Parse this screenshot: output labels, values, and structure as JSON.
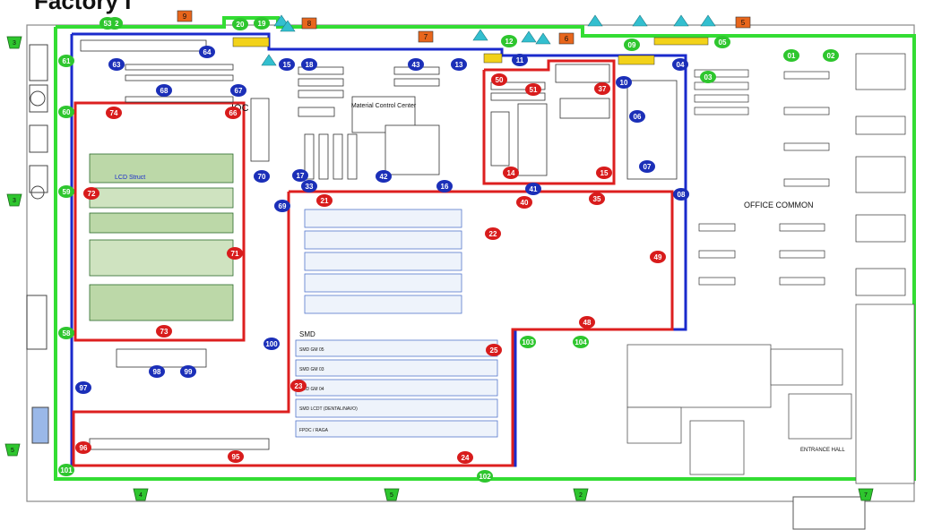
{
  "title": "Factory I",
  "palette": {
    "outer_zone": "#33dd33",
    "blue_zone": "#1a2acc",
    "red_zone": "#dd1f1f",
    "red_marker": "#d81c1c",
    "blue_marker": "#1b2fb8",
    "green_marker": "#2ec62e",
    "orange_tag": "#e8661c",
    "cyan_tri": "#33bfcf",
    "hazard": "#f2d21a"
  },
  "areas": {
    "material_control": "Material Control Center",
    "iqc": "IQC",
    "office_common": "OFFICE COMMON",
    "smd": "SMD",
    "lcd_line": "LCD Struct",
    "smd_lines": [
      "SMD GM 05",
      "SMD GM 03",
      "SMD GM 04",
      "SMD LCDT (DENTAL/NAVO)",
      "FPDC / RAGA"
    ],
    "entrance": "ENTRANCE HALL"
  },
  "red_markers": [
    "74",
    "66",
    "72",
    "71",
    "73",
    "21",
    "22",
    "35",
    "49",
    "48",
    "25",
    "23",
    "24",
    "96",
    "95",
    "50",
    "51",
    "37",
    "14",
    "15",
    "40"
  ],
  "blue_markers": [
    "64",
    "63",
    "68",
    "67",
    "70",
    "17",
    "42",
    "16",
    "15",
    "18",
    "43",
    "13",
    "11",
    "10",
    "04",
    "06",
    "07",
    "41",
    "08",
    "100",
    "97",
    "99",
    "98",
    "33",
    "69"
  ],
  "green_markers": [
    "62",
    "61",
    "60",
    "59",
    "58",
    "101",
    "102",
    "103",
    "104",
    "01",
    "02",
    "03",
    "09",
    "05",
    "12",
    "19",
    "20",
    "53"
  ],
  "orange_tags": [
    "9",
    "8",
    "7",
    "6",
    "5"
  ],
  "door_markers": [
    "3",
    "3",
    "5",
    "4",
    "5",
    "2",
    "7"
  ]
}
